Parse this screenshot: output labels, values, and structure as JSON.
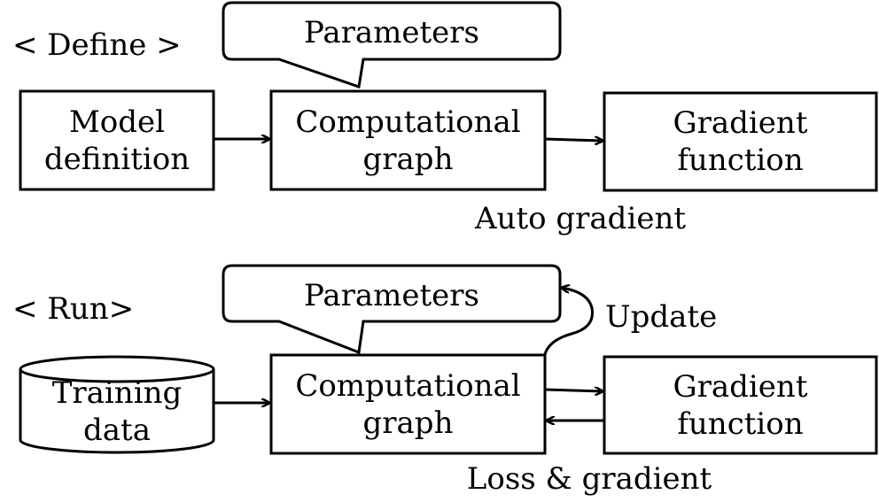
{
  "define": {
    "section_label": "< Define >",
    "parameters_label": "Parameters",
    "model_definition": {
      "line1": "Model",
      "line2": "definition"
    },
    "computational_graph": {
      "line1": "Computational",
      "line2": "graph"
    },
    "gradient_function": {
      "line1": "Gradient",
      "line2": "function"
    },
    "auto_gradient_label": "Auto gradient"
  },
  "run": {
    "section_label": "< Run>",
    "parameters_label": "Parameters",
    "update_label": "Update",
    "training_data": {
      "line1": "Training",
      "line2": "data"
    },
    "computational_graph": {
      "line1": "Computational",
      "line2": "graph"
    },
    "gradient_function": {
      "line1": "Gradient",
      "line2": "function"
    },
    "loss_gradient_label": "Loss & gradient"
  }
}
